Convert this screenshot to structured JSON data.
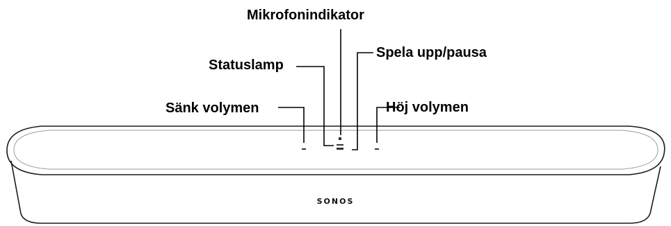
{
  "diagram": {
    "labels": {
      "microphone_indicator": "Mikrofonindikator",
      "play_pause": "Spela upp/pausa",
      "status_light": "Statuslamp",
      "volume_down": "Sänk volymen",
      "volume_up": "Höj volymen"
    },
    "brand": "SONOS"
  }
}
